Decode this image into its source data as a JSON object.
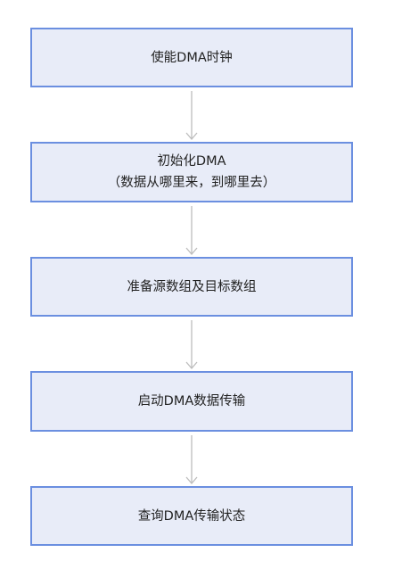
{
  "colors": {
    "box_fill": "#e8ecf8",
    "box_border": "#6b8fe0",
    "arrow": "#bdbdbd",
    "text": "#222222"
  },
  "steps": [
    {
      "label": "使能DMA时钟"
    },
    {
      "label": "初始化DMA",
      "sublabel": "（数据从哪里来，到哪里去）"
    },
    {
      "label": "准备源数组及目标数组"
    },
    {
      "label": "启动DMA数据传输"
    },
    {
      "label": "查询DMA传输状态"
    }
  ]
}
